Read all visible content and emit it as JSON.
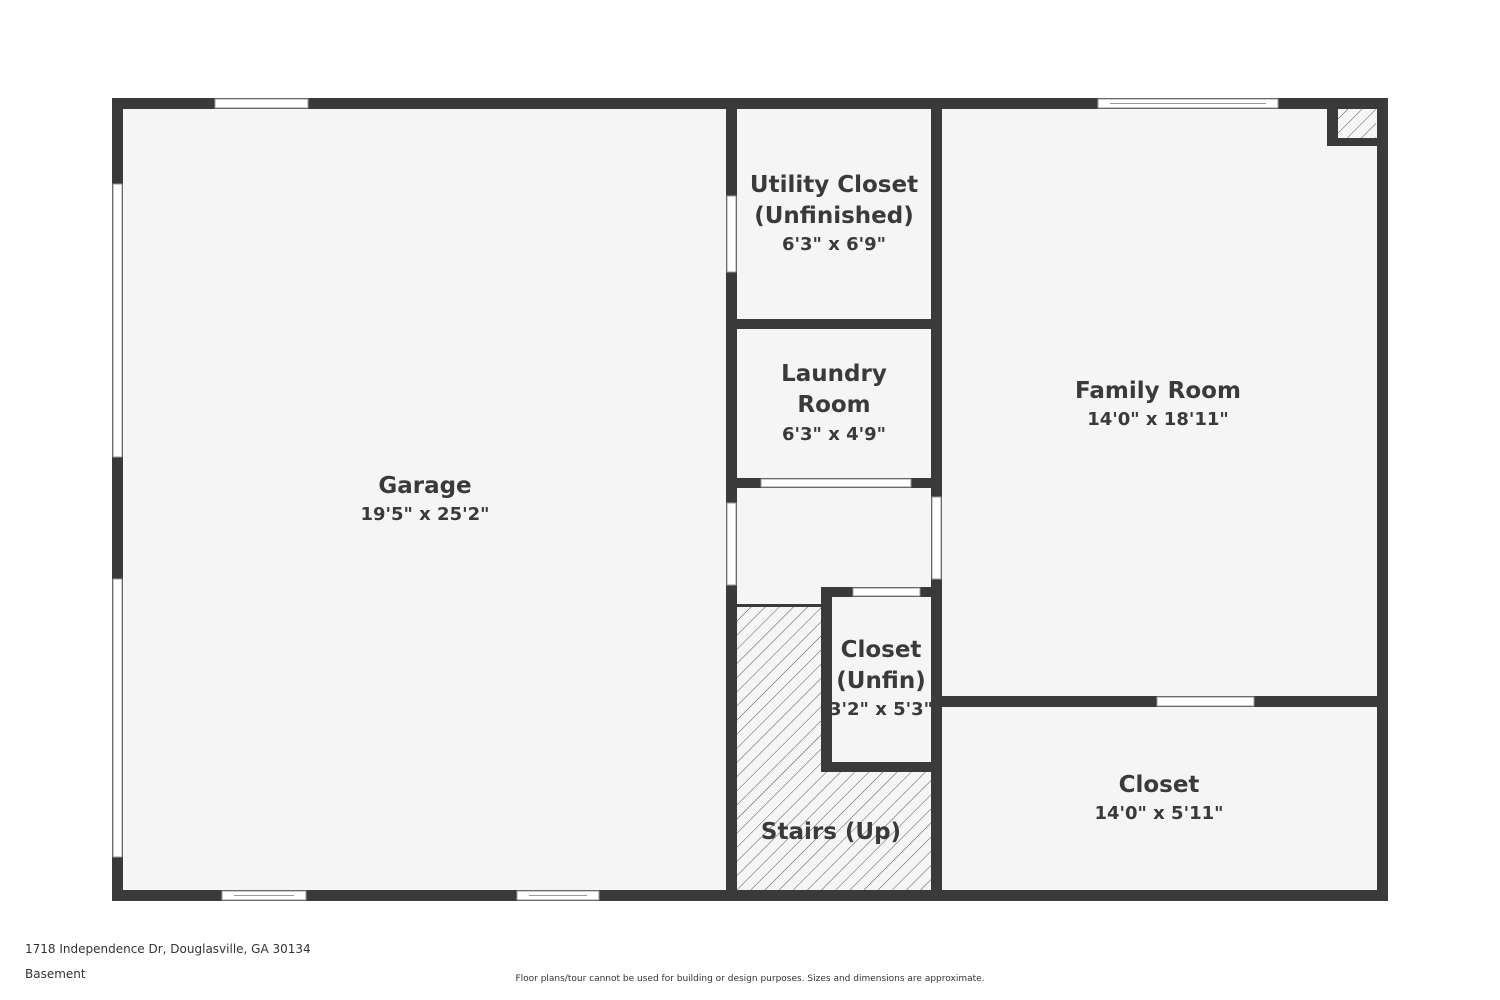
{
  "colors": {
    "wall": "#3a3a3a",
    "floor": "#f5f5f5",
    "opening": "#ffffff",
    "text": "#3a3a3a"
  },
  "rooms": {
    "garage": {
      "name": "Garage",
      "dims": "19'5\" x 25'2\""
    },
    "utility_closet": {
      "name_line1": "Utility Closet",
      "name_line2": "(Unfinished)",
      "dims": "6'3\" x 6'9\""
    },
    "laundry": {
      "name_line1": "Laundry",
      "name_line2": "Room",
      "dims": "6'3\" x 4'9\""
    },
    "family_room": {
      "name": "Family Room",
      "dims": "14'0\" x 18'11\""
    },
    "closet_unfin": {
      "name_line1": "Closet",
      "name_line2": "(Unfin)",
      "dims": "3'2\" x 5'3\""
    },
    "closet": {
      "name": "Closet",
      "dims": "14'0\" x 5'11\""
    },
    "stairs": {
      "name": "Stairs (Up)"
    }
  },
  "footer": {
    "address": "1718 Independence Dr, Douglasville, GA 30134",
    "level": "Basement",
    "disclaimer": "Floor plans/tour cannot be used for building or design purposes. Sizes and dimensions are approximate."
  }
}
